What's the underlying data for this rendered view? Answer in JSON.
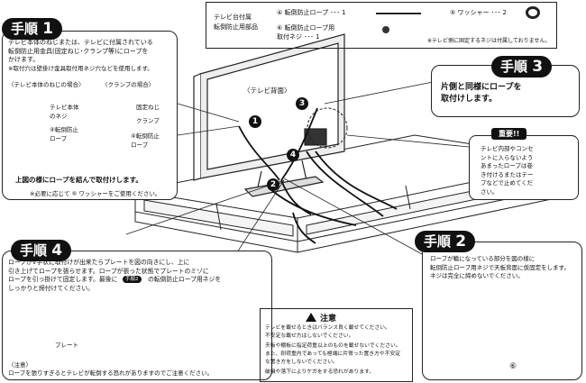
{
  "parts": {
    "heading": "テレビ台付属\n転倒防止用部品",
    "rope_label": "④ 転倒防止ロープ ･･･ 1",
    "washer_label": "⑤ ワッシャー ･･･ 2",
    "screw_label": "⑥ 転倒防止ロープ用\n取付ネジ ･･･ 1",
    "note": "※テレビ側に固定するネジは付属しておりません。"
  },
  "step1": {
    "tag": "手順",
    "num": "1",
    "text": "テレビ本体のねじまたは、テレビに付属されている\n転倒防止用金具(固定ねじ･クランプ等)にロープを\nかけます。",
    "note": "※取付穴は壁掛け金具取付用ネジ穴などを使用します。",
    "case_screw": "〈テレビ本体のねじの場合〉",
    "case_clamp": "〈クランプの場合〉",
    "label_tv_screw": "テレビ本体\nのネジ",
    "label_rope_a": "④転倒防止\nロープ",
    "label_fix_screw": "固定ねじ",
    "label_clamp": "クランプ",
    "label_rope_b": "④転倒防止\nロープ",
    "bottom": "上図の様にロープを結んで取付けします。",
    "washer_note": "※必要に応じて ⑤ ワッシャーをご使用ください。"
  },
  "step3": {
    "tag": "手順",
    "num": "3",
    "text": "片側と同様にロープを\n取付けします。"
  },
  "important": {
    "title": "重要!!",
    "text": "テレビ内部やコンセ\nントに入らないよう\nあまったロープは巻\nき付けるまたはテー\nプなどで止めてくだ\nさい。"
  },
  "diagram": {
    "tv_back": "〈テレビ背面〉",
    "marker1": "1",
    "marker2": "2",
    "marker3": "3",
    "marker4": "4"
  },
  "step4": {
    "tag": "手順",
    "num": "4",
    "text": "ロープがV字状に取付けが出来たらプレートを図の向きにし、上に\n引き上げてロープを張らせます。ロープが張った状態でプレートのミゾに\nロープを引っ掛けて固定します。最後に",
    "text_tail": "の転倒防止ロープ用ネジを\nしっかりと締付けてください。",
    "badge": "手順2",
    "plate_label": "プレート",
    "caution_head": "〈注意〉",
    "caution": "ロープを張りすぎるとテレビが転倒する恐れがありますのでご注意ください。"
  },
  "caution": {
    "title": "注意",
    "line1": "テレビを載せるときはバランス良く載せてください。",
    "line2": "不安定な載せ方はしないでください。",
    "line3": "天板や棚板に指定荷重以上のものを載せないでください。",
    "line4": "また、耐荷重内であっても極端に片寄った置き方や不安定",
    "line5": "な置き方をしないでください。",
    "line6": "破損や落下によりケガをする恐れがあります。"
  },
  "step2": {
    "tag": "手順",
    "num": "2",
    "text": "ロープが輪になっている部分を図の様に\n転倒防止ロープ用ネジで天板背面に仮固定をします。\nネジは完全に締めないでください。",
    "screw_num": "⑥"
  }
}
